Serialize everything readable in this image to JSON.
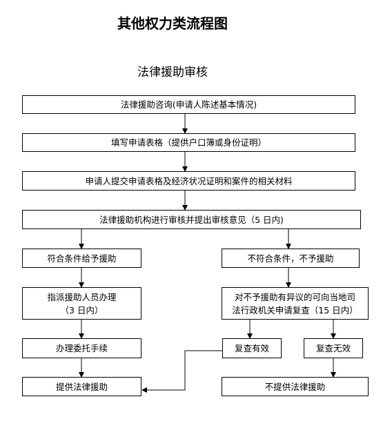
{
  "title": "其他权力类流程图",
  "subtitle": "法律援助审核",
  "boxes": {
    "consult": "法律援助咨询(申请人陈述基本情况)",
    "fill_form": "填写申请表格（提供户口簿或身份证明）",
    "submit": "申请人提交申请表格及经济状况证明和案件的相关材料",
    "review": "法律援助机构进行审核并提出审核意见（5 日内)",
    "qualified": "符合条件给予援助",
    "not_qualified": "不符合条件，不予援助",
    "assign": {
      "line1": "指派援助人员办理",
      "line2": "（3 日内）"
    },
    "appeal": {
      "line1": "对不予援助有异议的可向当地司",
      "line2": "法行政机关申请复查（15 日内）"
    },
    "entrust": "办理委托手续",
    "recheck_valid": "复查有效",
    "recheck_invalid": "复查无效",
    "provide": "提供法律援助",
    "not_provide": "不提供法律援助"
  }
}
